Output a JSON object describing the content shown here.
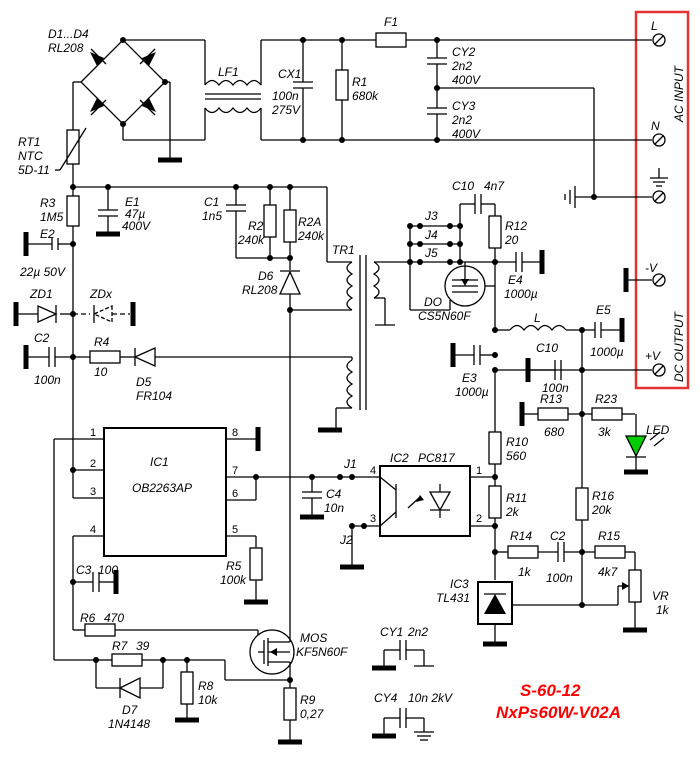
{
  "labels": {
    "d1d4": "D1...D4",
    "rl208": "RL208",
    "lf1": "LF1",
    "f1": "F1",
    "cx1": "CX1",
    "cx1v": "100n",
    "cx1r": "275V",
    "r1": "R1",
    "r1v": "680k",
    "cy2": "CY2",
    "cy2v": "2n2",
    "cy2r": "400V",
    "cy3": "CY3",
    "cy3v": "2n2",
    "cy3r": "400V",
    "ac_l": "L",
    "ac_n": "N",
    "ac_input": "AC INPUT",
    "rt1": "RT1",
    "rt1t": "NTC",
    "rt1v": "5D-11",
    "r3": "R3",
    "r3v": "1M5",
    "e1": "E1",
    "e1v": "47µ",
    "e1r": "400V",
    "c1": "C1",
    "c1v": "1n5",
    "r2": "R2",
    "r2v": "240k",
    "r2a": "R2A",
    "r2av": "240k",
    "c10a": "C10",
    "c10av": "4n7",
    "j3": "J3",
    "j4": "J4",
    "j5": "J5",
    "r12": "R12",
    "r12v": "20",
    "e2": "E2",
    "e2v": "22µ 50V",
    "tr1": "TR1",
    "d6": "D6",
    "d6v": "RL208",
    "e4": "E4",
    "e4v": "1000µ",
    "do": "DO",
    "dov": "CS5N60F",
    "zd1": "ZD1",
    "zdx": "ZDx",
    "c2a": "C2",
    "c2av": "100n",
    "r4": "R4",
    "r4v": "10",
    "d5": "D5",
    "d5v": "FR104",
    "l": "L",
    "e5": "E5",
    "e5v": "1000µ",
    "c10b": "C10",
    "c10bv": "100n",
    "e3": "E3",
    "e3v": "1000µ",
    "neg_v": "-V",
    "pos_v": "+V",
    "dc_output": "DC OUTPUT",
    "r13": "R13",
    "r13v": "680",
    "r23": "R23",
    "r23v": "3k",
    "led": "LED",
    "ic1": "IC1",
    "ic1v": "OB2263AP",
    "p1": "1",
    "p2": "2",
    "p3": "3",
    "p4": "4",
    "p5": "5",
    "p6": "6",
    "p7": "7",
    "p8": "8",
    "j1": "J1",
    "j2": "J2",
    "c4": "C4",
    "c4v": "10n",
    "ic2": "IC2",
    "ic2v": "PC817",
    "q4": "4",
    "q3": "3",
    "q1": "1",
    "q2": "2",
    "r10": "R10",
    "r10v": "560",
    "r11": "R11",
    "r11v": "2k",
    "r16": "R16",
    "r16v": "20k",
    "r5": "R5",
    "r5v": "100k",
    "c3": "C3",
    "c3v": "100",
    "r14": "R14",
    "r14v": "1k",
    "c2b": "C2",
    "c2bv": "100n",
    "r15": "R15",
    "r15v": "4k7",
    "vr": "VR",
    "vrv": "1k",
    "ic3": "IC3",
    "ic3v": "TL431",
    "r6": "R6",
    "r6v": "470",
    "mos": "MOS",
    "mosv": "KF5N60F",
    "r7": "R7",
    "r7v": "39",
    "cy1": "CY1",
    "cy1v": "2n2",
    "r8": "R8",
    "r8v": "10k",
    "d7": "D7",
    "d7v": "1N4148",
    "r9": "R9",
    "r9v": "0,27",
    "cy4": "CY4",
    "cy4v": "10n 2kV",
    "model1": "S-60-12",
    "model2": "NxPs60W-V02A"
  },
  "colors": {
    "highlight": "#e53333",
    "led": "#00cc00",
    "model_text": "#ff0000"
  }
}
